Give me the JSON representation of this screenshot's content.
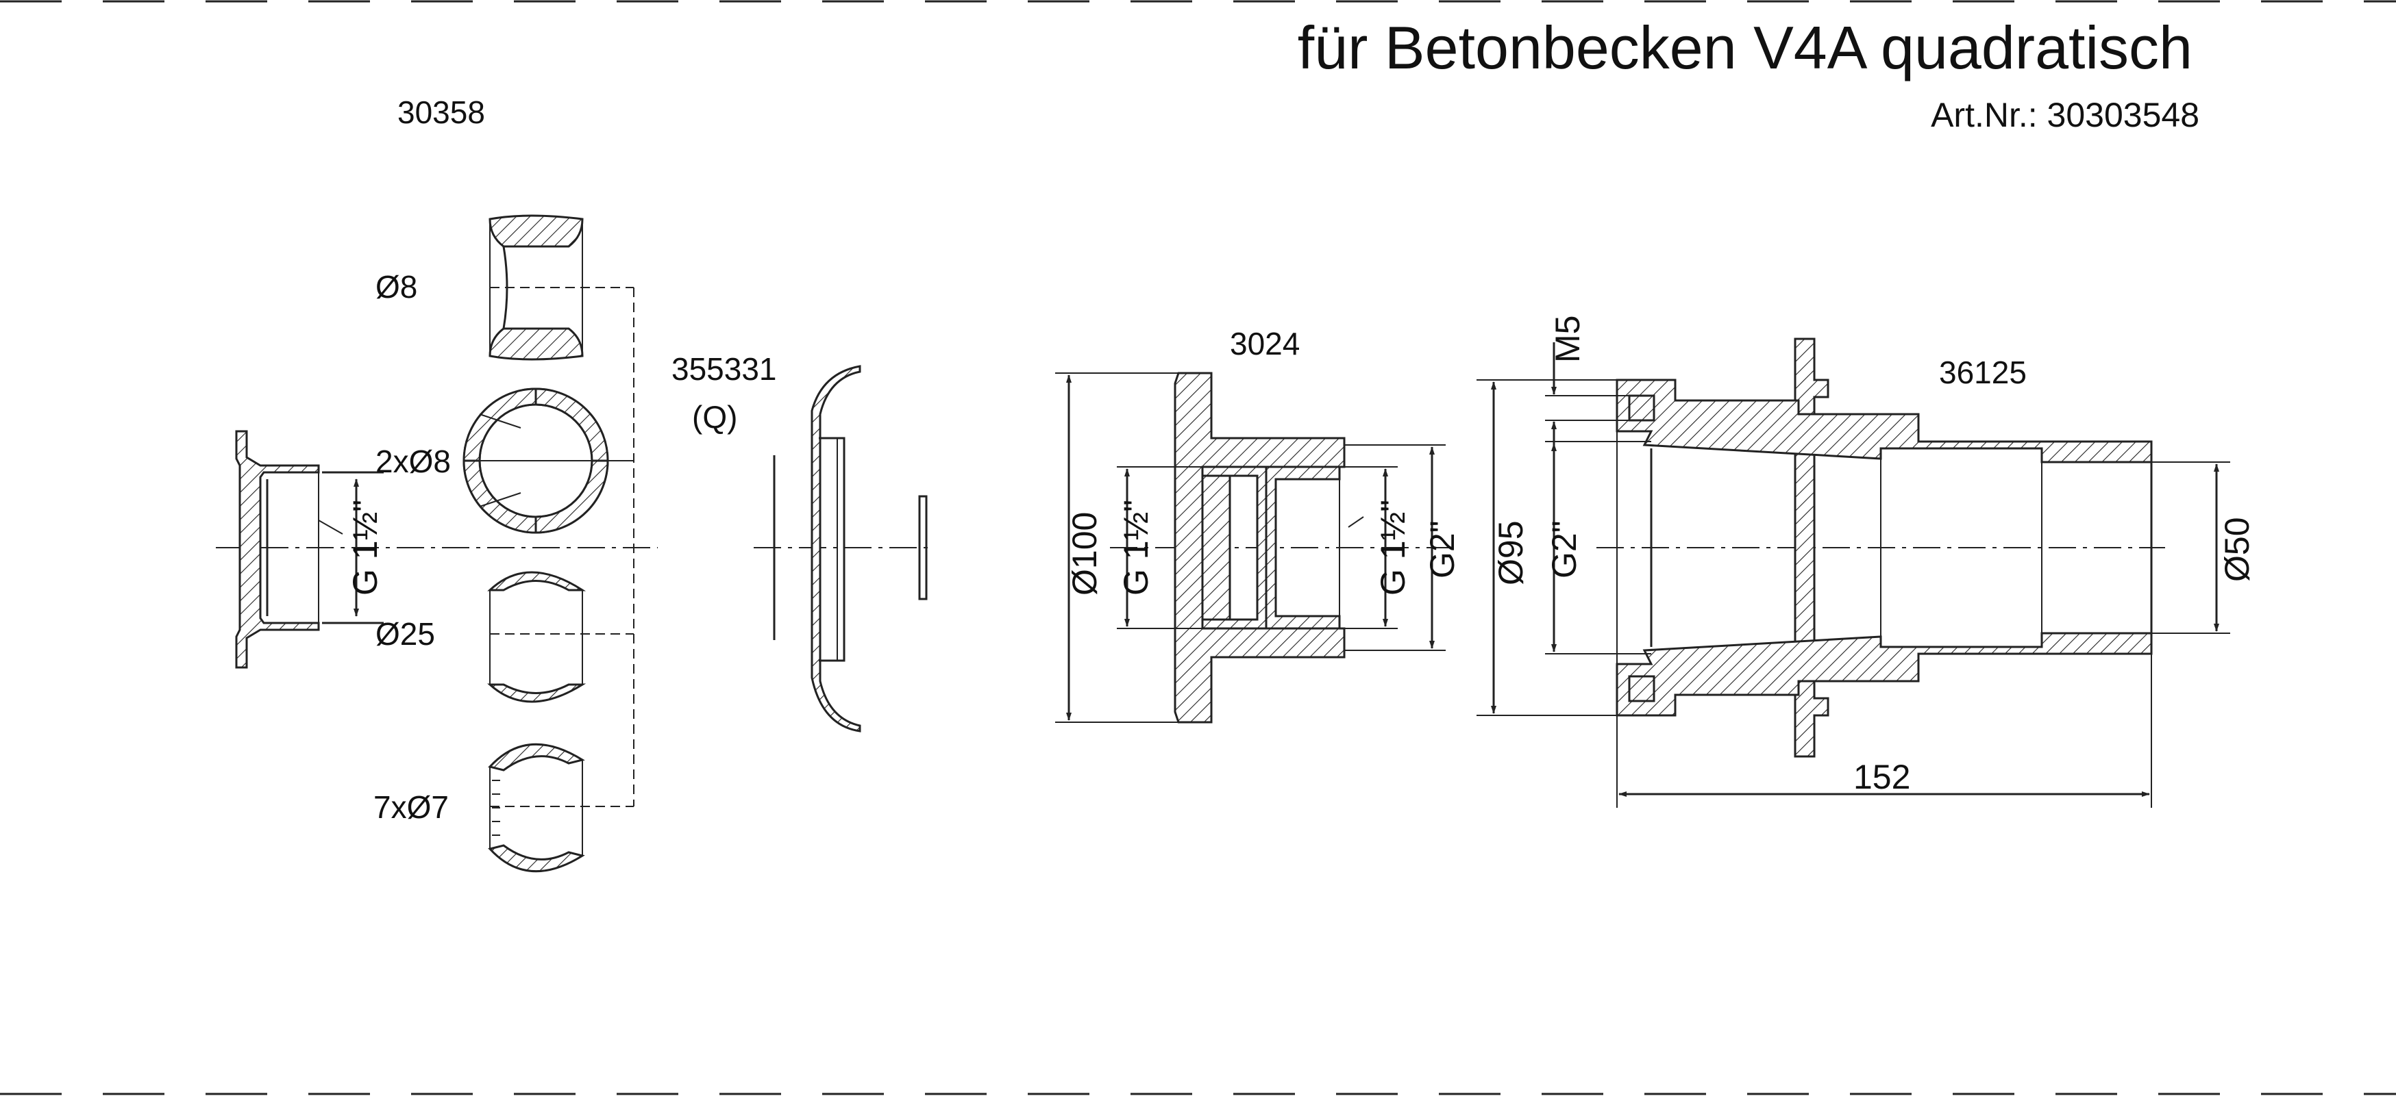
{
  "header": {
    "title": "für Betonbecken V4A quadratisch",
    "article_number": "Art.Nr.: 30303548"
  },
  "parts": {
    "p30358": {
      "number": "30358",
      "thread": "G 1½\""
    },
    "nozzles": {
      "n1": "Ø8",
      "n2": "2xØ8",
      "n3": "Ø25",
      "n4": "7xØ7"
    },
    "p355331": {
      "number": "355331",
      "variant": "(Q)"
    },
    "p3024": {
      "number": "3024",
      "dia_outer": "Ø100",
      "thread_left": "G 1½\"",
      "thread_right": "G 1½\"",
      "thread_outer": "G2\""
    },
    "p36125": {
      "number": "36125",
      "screw": "M5",
      "dia_flange": "Ø95",
      "thread": "G2\"",
      "dia_bore": "Ø50",
      "length": "152"
    }
  }
}
